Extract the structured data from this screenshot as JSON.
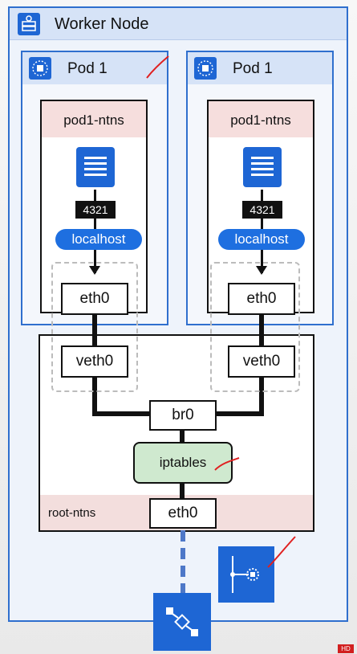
{
  "worker_node": {
    "title": "Worker Node",
    "icon": "server-node-icon"
  },
  "pods": [
    {
      "title": "Pod 1",
      "icon": "pod-icon",
      "namespace": "pod1-ntns",
      "app_icon": "document-list-icon",
      "port": "4321",
      "localhost": "localhost",
      "eth": "eth0",
      "veth": "veth0"
    },
    {
      "title": "Pod 1",
      "icon": "pod-icon",
      "namespace": "pod1-ntns",
      "app_icon": "document-list-icon",
      "port": "4321",
      "localhost": "localhost",
      "eth": "eth0",
      "veth": "veth0"
    }
  ],
  "root_namespace": {
    "label": "root-ntns",
    "bridge": "br0",
    "iptables": "iptables",
    "eth": "eth0"
  },
  "external": {
    "network_icon": "network-switch-icon",
    "service_icon": "service-graph-icon"
  },
  "colors": {
    "accent_blue": "#1e66d4",
    "namespace_pink": "#f6dedd",
    "iptables_green": "#cfe9cf",
    "annotation_red": "#e02020"
  },
  "corner_badge": "HD"
}
